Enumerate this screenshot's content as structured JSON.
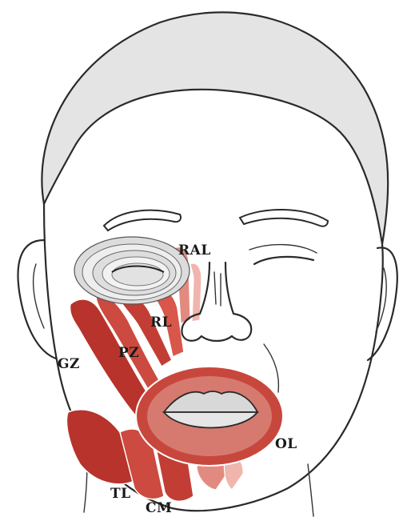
{
  "labels": {
    "ral": "RAL",
    "rl": "RL",
    "pz": "PZ",
    "gz": "GZ",
    "ol": "OL",
    "tl": "TL",
    "cm": "CM"
  },
  "colors": {
    "hair": "#e4e4e4",
    "muscle_dark": "#b8332b",
    "muscle_mid": "#cc4a3f",
    "muscle_light": "#e38a80",
    "muscle_pale": "#f0b5ad",
    "outline": "#2a2a2a"
  }
}
